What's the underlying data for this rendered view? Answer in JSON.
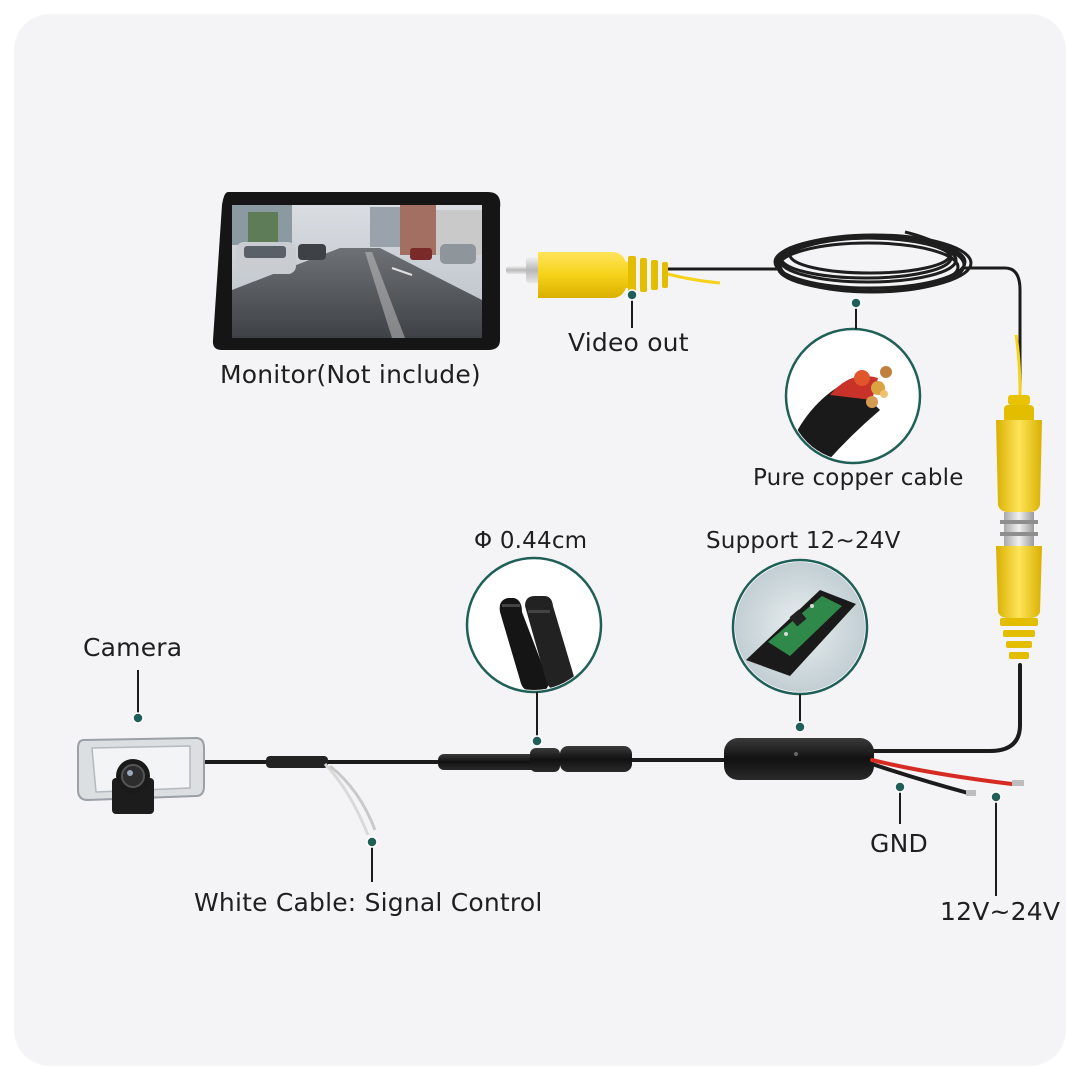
{
  "labels": {
    "monitor": "Monitor(Not include)",
    "video_out": "Video out",
    "pure_copper_cable": "Pure copper cable",
    "diameter": "Φ 0.44cm",
    "support_voltage": "Support 12~24V",
    "camera": "Camera",
    "white_cable": "White Cable: Signal Control",
    "gnd": "GND",
    "power_range": "12V~24V"
  },
  "colors": {
    "background": "#f4f4f6",
    "rca_yellow": "#f6d21a",
    "callout_teal": "#1f5f57",
    "cable_black": "#1b1b1b",
    "power_red": "#d62b23"
  },
  "icons": {
    "monitor": "monitor-screen-icon",
    "camera": "camera-icon",
    "rca_plug": "rca-plug-icon",
    "cable_coil": "cable-coil-icon",
    "connector": "aviation-connector-icon",
    "control_box": "control-box-icon"
  }
}
